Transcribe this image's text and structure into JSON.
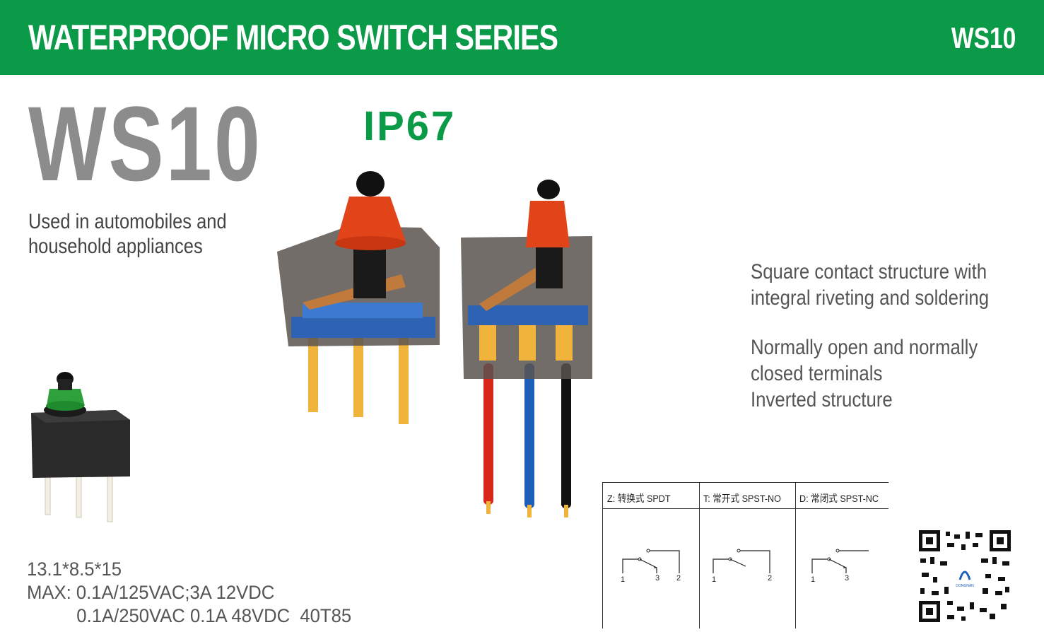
{
  "header": {
    "title": "WATERPROOF MICRO SWITCH SERIES",
    "model": "WS10"
  },
  "product": {
    "model": "WS10",
    "rating": "IP67",
    "usage_line1": "Used in automobiles and",
    "usage_line2": "household appliances"
  },
  "features": [
    "Square contact structure with",
    "integral riveting and soldering",
    "Normally open and normally",
    "closed terminals",
    "Inverted structure"
  ],
  "specs": {
    "dimensions": "13.1*8.5*15",
    "max_label": "MAX:",
    "max_line1": "0.1A/125VAC;3A 12VDC",
    "max_line2": "0.1A/250VAC 0.1A 48VDC",
    "temp": "40T85"
  },
  "diagrams": [
    {
      "label": "Z: 转换式 SPDT",
      "pins": [
        "1",
        "3",
        "2"
      ]
    },
    {
      "label": "T:  常开式 SPST-NO",
      "pins": [
        "1",
        "2"
      ]
    },
    {
      "label": "D: 常闭式 SPST-NC",
      "pins": [
        "1",
        "3"
      ]
    }
  ],
  "qr_text": "DONGNAN",
  "colors": {
    "brand_green": "#0a9a48",
    "model_gray": "#8c8c8c",
    "actuator_orange": "#e2441a",
    "wire_red": "#d8261c",
    "wire_blue": "#1b5fb8",
    "wire_black": "#111111",
    "pin_gold": "#f0b43c"
  }
}
